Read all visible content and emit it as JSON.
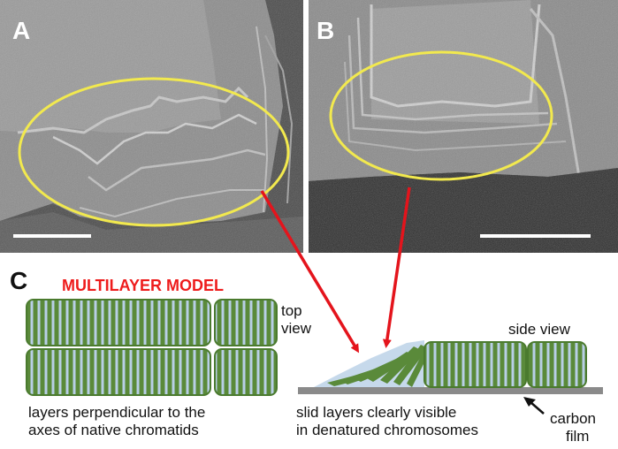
{
  "panels": {
    "a": {
      "letter": "A"
    },
    "b": {
      "letter": "B"
    },
    "c": {
      "letter": "C"
    }
  },
  "model": {
    "title": "MULTILAYER MODEL",
    "top_view_label_line1": "top",
    "top_view_label_line2": "view",
    "side_view_label": "side view",
    "caption_left_line1": "layers perpendicular to the",
    "caption_left_line2": "axes of native chromatids",
    "caption_right_line1": "slid layers clearly visible",
    "caption_right_line2": "in denatured chromosomes",
    "carbon_label_line1": "carbon",
    "carbon_label_line2": "film"
  },
  "colors": {
    "layer_green": "#5a8a3a",
    "layer_stripe": "#b8cfe6",
    "ellipse_yellow": "#f2e94e",
    "arrow_red": "#e4141c",
    "carbon_gray": "#8a8a8a"
  }
}
